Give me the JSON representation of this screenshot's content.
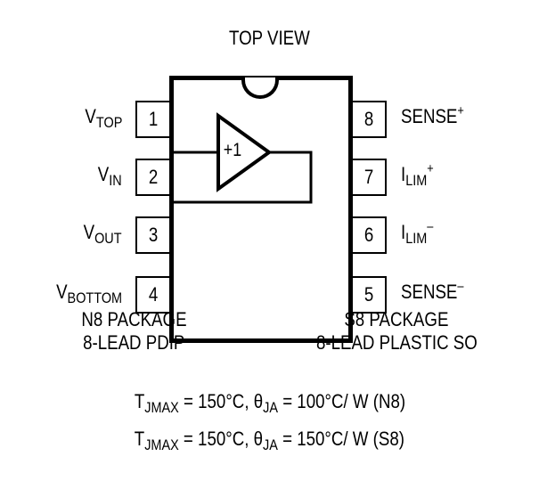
{
  "title": "TOP VIEW",
  "amplifier": {
    "gain_label": "+1"
  },
  "pins_left": [
    {
      "number": "1",
      "name_main": "V",
      "name_sub": "TOP",
      "name_sup": ""
    },
    {
      "number": "2",
      "name_main": "V",
      "name_sub": "IN",
      "name_sup": ""
    },
    {
      "number": "3",
      "name_main": "V",
      "name_sub": "OUT",
      "name_sup": ""
    },
    {
      "number": "4",
      "name_main": "V",
      "name_sub": "BOTTOM",
      "name_sup": ""
    }
  ],
  "pins_right": [
    {
      "number": "8",
      "name_main": "SENSE",
      "name_sub": "",
      "name_sup": "+"
    },
    {
      "number": "7",
      "name_main": "I",
      "name_sub": "LIM",
      "name_sup": "+"
    },
    {
      "number": "6",
      "name_main": "I",
      "name_sub": "LIM",
      "name_sup": "–"
    },
    {
      "number": "5",
      "name_main": "SENSE",
      "name_sub": "",
      "name_sup": "–"
    }
  ],
  "packages": {
    "n8": {
      "line1": "N8 PACKAGE",
      "line2": "8-LEAD PDIP"
    },
    "s8": {
      "line1": "S8 PACKAGE",
      "line2": "8-LEAD PLASTIC SO"
    }
  },
  "thermal": [
    {
      "t_main": "T",
      "t_sub": "JMAX",
      "t_val": " = 150°C, ",
      "theta_main": "θ",
      "theta_sub": "JA",
      "theta_val": " = 100°C/ W (N8)"
    },
    {
      "t_main": "T",
      "t_sub": "JMAX",
      "t_val": " = 150°C, ",
      "theta_main": "θ",
      "theta_sub": "JA",
      "theta_val": " = 150°C/ W (S8)"
    }
  ]
}
